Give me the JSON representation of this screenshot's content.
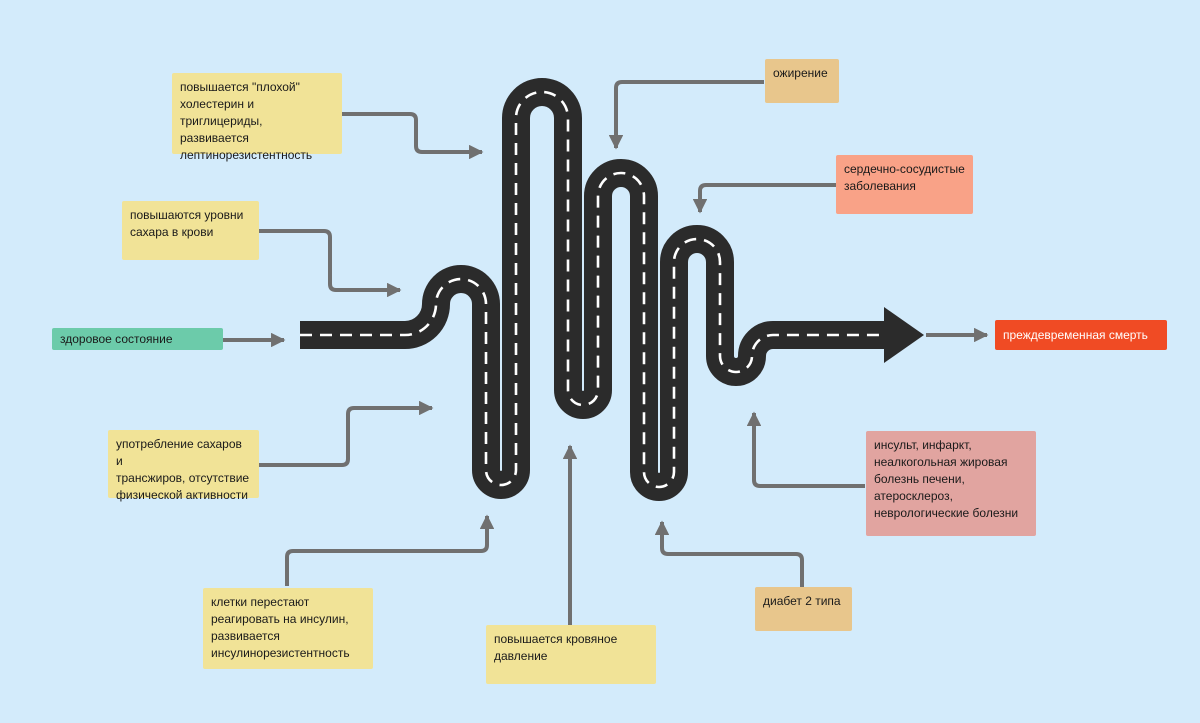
{
  "notes": {
    "healthy": "здоровое состояние",
    "cholesterol": "повышается \"плохой\"\nхолестерин и триглицериды,\nразвивается\nлептинорезистентность",
    "sugar": "повышаются уровни\nсахара в крови",
    "diet": "употребление сахаров и\nтрансжиров, отсутствие\nфизической активности",
    "insulin": "клетки перестают\nреагировать на инсулин,\nразвивается\nинсулинорезистентность",
    "pressure": "повышается кровяное\nдавление",
    "obesity": "ожирение",
    "cardio": "сердечно-сосудистые\nзаболевания",
    "diabetes": "диабет 2 типа",
    "stroke": "инсульт, инфаркт,\nнеалкогольная жировая\nболезнь печени,\nатеросклероз,\nневрологические болезни",
    "death": "преждевременная смерть"
  },
  "colors": {
    "background": "#d3ebfb",
    "road": "#2b2b2b",
    "road_marking": "#ffffff",
    "arrow": "#707070",
    "yellow": "#f1e397",
    "orange": "#e8c68c",
    "salmon": "#f9a287",
    "rose": "#e1a4a0",
    "green": "#6ccbaa",
    "red": "#f04b24"
  }
}
